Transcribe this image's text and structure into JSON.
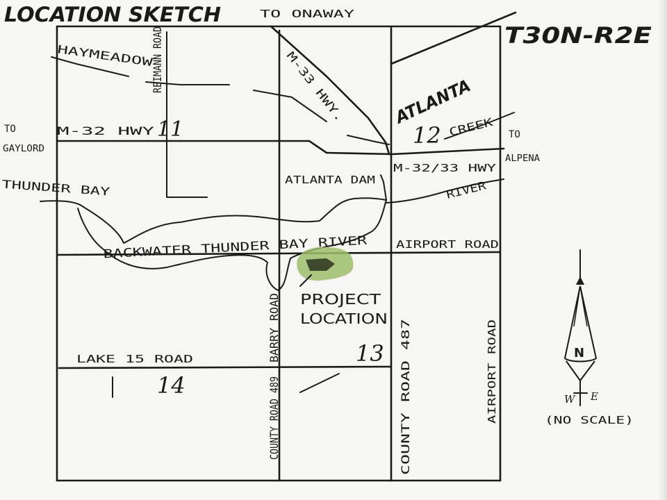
{
  "title": "LOCATION SKETCH",
  "township": "T30N-R2E",
  "directions": {
    "to_onaway": "TO ONAWAY",
    "to_word_left": "TO",
    "gaylord": "GAYLORD",
    "to_word_right": "TO",
    "alpena": "ALPENA"
  },
  "roads": {
    "haymeadow": "HAYMEADOW",
    "reimann": "REIMANN ROAD",
    "m33": "M-33 HWY.",
    "m32": "M-32 HWY",
    "m32_33": "M-32/33 HWY",
    "airport_h": "AIRPORT ROAD",
    "lake15": "LAKE 15 ROAD",
    "barry": "BARRY ROAD",
    "county489": "COUNTY ROAD 489",
    "county487": "COUNTY ROAD 487",
    "airport_v": "AIRPORT ROAD"
  },
  "water": {
    "thunder_bay": "THUNDER BAY",
    "backwater": "BACKWATER THUNDER BAY RIVER",
    "atlanta_dam": "ATLANTA DAM",
    "creek": "CREEK",
    "river": "RIVER"
  },
  "places": {
    "atlanta": "ATLANTA",
    "project_location": "PROJECT LOCATION"
  },
  "sections": {
    "s11": "11",
    "s12": "12",
    "s13": "13",
    "s14": "14"
  },
  "compass": {
    "n": "N",
    "w": "W",
    "e": "E",
    "note": "(NO SCALE)"
  },
  "colors": {
    "ink": "#1a1a1a",
    "paper": "#f6f6f4",
    "project_highlight": "#9dbd6a"
  }
}
